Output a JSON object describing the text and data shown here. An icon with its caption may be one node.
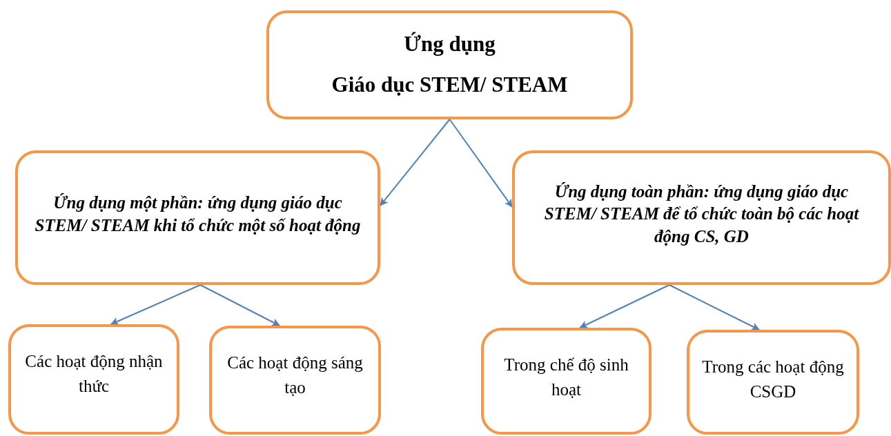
{
  "diagram": {
    "nodes": [
      {
        "text": [
          "Ứng dụng",
          "Giáo dục STEM/ STEAM"
        ]
      },
      {
        "text": [
          "Ứng dụng một phần: ứng dụng giáo dục STEM/ STEAM khi tổ chức một số hoạt động"
        ]
      },
      {
        "text": [
          "Ứng dụng toàn phần: ứng dụng giáo dục  STEM/ STEAM để tổ chức toàn bộ các hoạt động  CS, GD"
        ]
      },
      {
        "text": [
          "Các hoạt động nhận thức"
        ]
      },
      {
        "text": [
          "Các hoạt động sáng tạo"
        ]
      },
      {
        "text": [
          "Trong chế độ sinh hoạt"
        ]
      },
      {
        "text": [
          "Trong các hoạt động CSGD"
        ]
      }
    ],
    "edges": [
      {
        "from": 0,
        "to": 1,
        "arrow": "to"
      },
      {
        "from": 0,
        "to": 2,
        "arrow": "to"
      },
      {
        "from": 1,
        "to": 3,
        "arrow": "to"
      },
      {
        "from": 1,
        "to": 4,
        "arrow": "to"
      },
      {
        "from": 2,
        "to": 5,
        "arrow": "to"
      },
      {
        "from": 2,
        "to": 6,
        "arrow": "to"
      }
    ]
  }
}
